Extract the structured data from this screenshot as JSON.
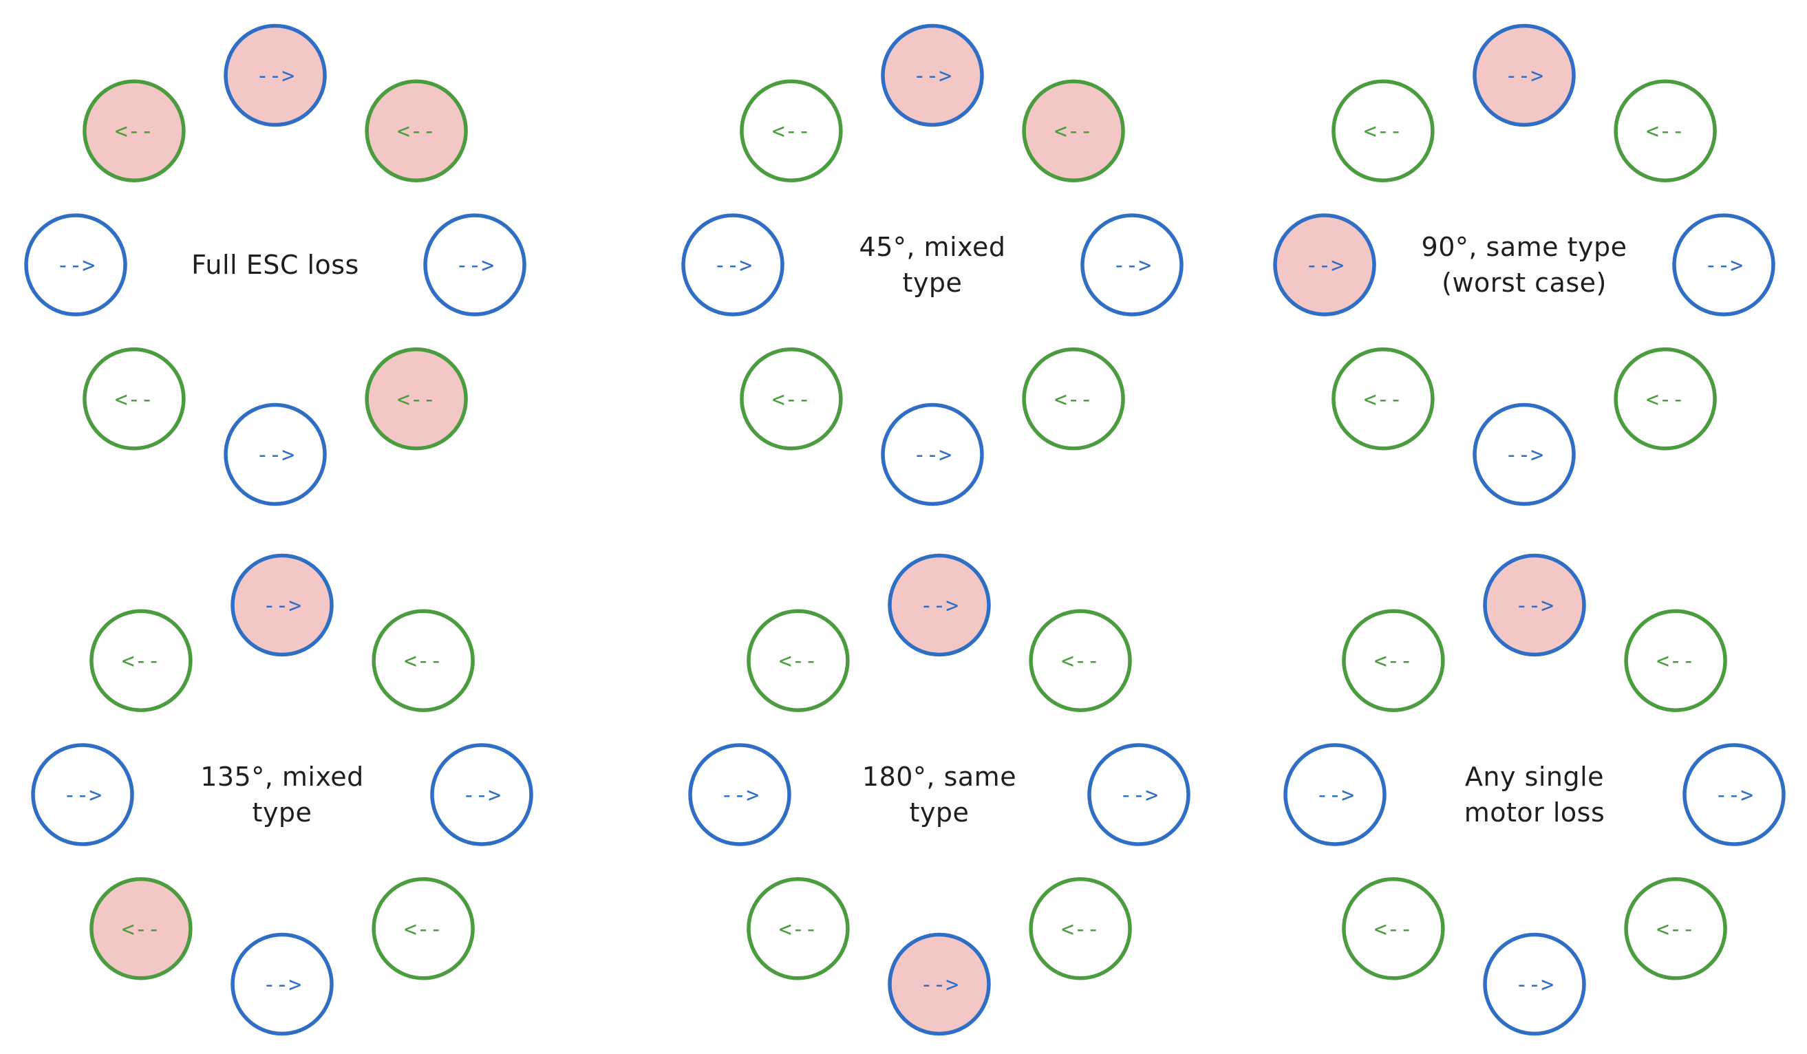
{
  "colors": {
    "blue": "#2f6ec4",
    "green": "#4a9c3f",
    "failed_fill": "#f4c7c7",
    "text": "#1e1e1e",
    "background": "#ffffff"
  },
  "arrows": {
    "cw": "-->",
    "ccw": "<--"
  },
  "motor_pattern": [
    "cw",
    "ccw",
    "cw",
    "ccw",
    "cw",
    "ccw",
    "cw",
    "ccw"
  ],
  "scenarios": [
    {
      "caption": [
        "Full ESC loss"
      ],
      "failed": [
        0,
        1,
        3,
        7
      ]
    },
    {
      "caption": [
        "45°, mixed",
        "type"
      ],
      "failed": [
        0,
        1
      ]
    },
    {
      "caption": [
        "90°, same type",
        "(worst case)"
      ],
      "failed": [
        0,
        6
      ]
    },
    {
      "caption": [
        "135°, mixed",
        "type"
      ],
      "failed": [
        0,
        5
      ]
    },
    {
      "caption": [
        "180°, same",
        "type"
      ],
      "failed": [
        0,
        4
      ]
    },
    {
      "caption": [
        "Any single",
        "motor loss"
      ],
      "failed": [
        0
      ]
    }
  ]
}
